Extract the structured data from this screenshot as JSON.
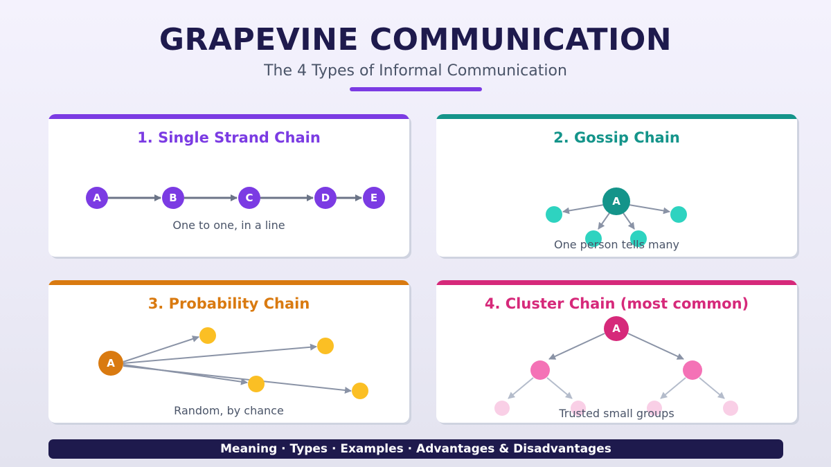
{
  "header": {
    "title": "GRAPEVINE COMMUNICATION",
    "subtitle": "The 4 Types of Informal Communication"
  },
  "colors": {
    "purple": "#7b3be3",
    "teal": "#14948a",
    "teal_light": "#2ed3c0",
    "orange": "#d97a10",
    "yellow": "#fbbf24",
    "pink": "#d6297a",
    "pink_mid": "#f472b6",
    "pink_light": "#f9cfe6",
    "navy": "#1e1a4d",
    "arrow": "#6b7487"
  },
  "cards": {
    "single": {
      "title": "1. Single Strand Chain",
      "caption": "One to one, in a line",
      "nodes": [
        "A",
        "B",
        "C",
        "D",
        "E"
      ]
    },
    "gossip": {
      "title": "2. Gossip Chain",
      "caption": "One person tells many",
      "center": "A"
    },
    "probability": {
      "title": "3. Probability Chain",
      "caption": "Random, by chance",
      "source": "A"
    },
    "cluster": {
      "title": "4. Cluster Chain  (most common)",
      "caption": "Trusted small groups",
      "root": "A"
    }
  },
  "footer": {
    "text": "Meaning · Types · Examples · Advantages & Disadvantages"
  }
}
